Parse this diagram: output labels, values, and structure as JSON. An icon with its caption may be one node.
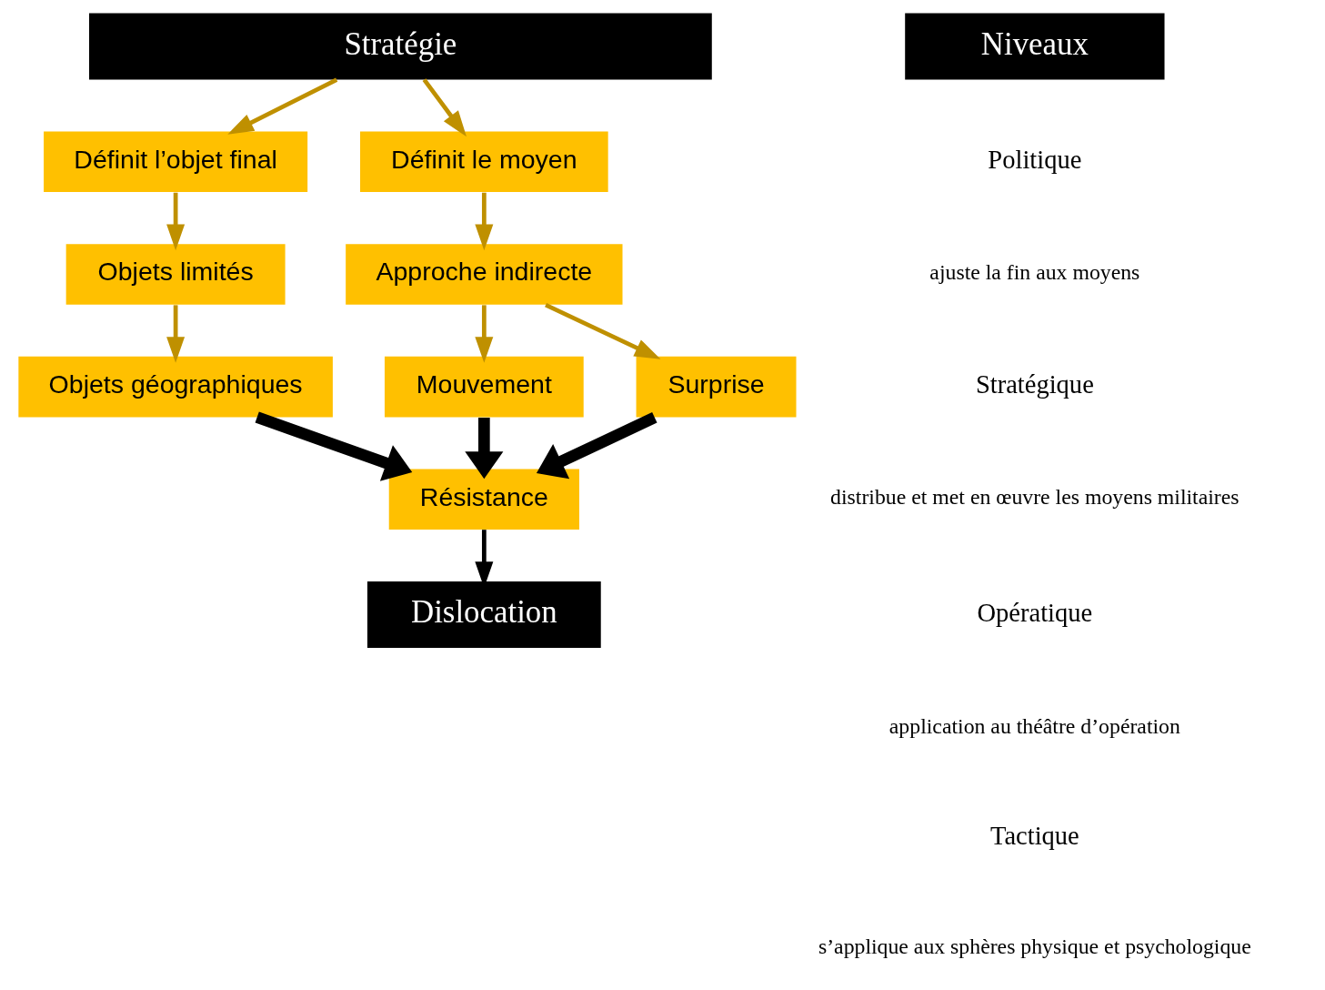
{
  "diagram": {
    "nodes": [
      {
        "text": [
          "Stratégie"
        ]
      },
      {
        "text": [
          "Niveaux"
        ]
      },
      {
        "text": [
          "Définit l’objet final"
        ]
      },
      {
        "text": [
          "Définit le moyen"
        ]
      },
      {
        "text": [
          "Objets limités"
        ]
      },
      {
        "text": [
          "Approche indirecte"
        ]
      },
      {
        "text": [
          "Objets géographiques"
        ]
      },
      {
        "text": [
          "Mouvement"
        ]
      },
      {
        "text": [
          "Surprise"
        ]
      },
      {
        "text": [
          "Résistance"
        ]
      },
      {
        "text": [
          "Dislocation"
        ]
      }
    ],
    "edges": [
      {
        "from": 0,
        "to": 2,
        "arrow": "to"
      },
      {
        "from": 0,
        "to": 3,
        "arrow": "to"
      },
      {
        "from": 2,
        "to": 4,
        "arrow": "to"
      },
      {
        "from": 3,
        "to": 5,
        "arrow": "to"
      },
      {
        "from": 4,
        "to": 6,
        "arrow": "to"
      },
      {
        "from": 5,
        "to": 7,
        "arrow": "to"
      },
      {
        "from": 5,
        "to": 8,
        "arrow": "to"
      },
      {
        "from": 6,
        "to": 9,
        "arrow": "to",
        "style": "thick",
        "color": "#000000"
      },
      {
        "from": 7,
        "to": 9,
        "arrow": "to",
        "style": "thick",
        "color": "#000000"
      },
      {
        "from": 8,
        "to": 9,
        "arrow": "to",
        "style": "thick",
        "color": "#000000"
      },
      {
        "from": 9,
        "to": 10,
        "arrow": "to",
        "color": "#000000"
      }
    ],
    "labels": [
      "Politique",
      "ajuste la fin aux moyens",
      "Stratégique",
      "distribue et met en œuvre les moyens militaires",
      "Opératique",
      "application au théâtre d’opération",
      "Tactique",
      "s’applique aux sphères physique et psychologique"
    ]
  }
}
